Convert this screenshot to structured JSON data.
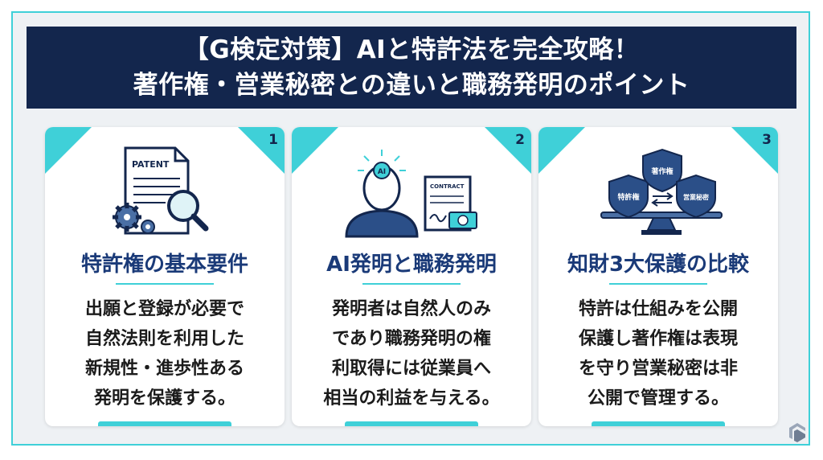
{
  "header": {
    "title_line1": "【G検定対策】AIと特許法を完全攻略！",
    "title_line2": "著作権・営業秘密との違いと職務発明のポイント"
  },
  "cards": [
    {
      "number": "1",
      "illustration_text": "PATENT",
      "title": "特許権の基本要件",
      "body_lines": [
        "出願と登録が必要で",
        "自然法則を利用した",
        "新規性・進歩性ある",
        "発明を保護する。"
      ]
    },
    {
      "number": "2",
      "illustration_text": "CONTRACT",
      "illustration_badge": "AI",
      "title": "AI発明と職務発明",
      "body_lines": [
        "発明者は自然人のみ",
        "であり職務発明の権",
        "利取得には従業員へ",
        "相当の利益を与える。"
      ]
    },
    {
      "number": "3",
      "shield_labels": [
        "特許権",
        "著作権",
        "営業秘密"
      ],
      "title": "知財3大保護の比較",
      "body_lines": [
        "特許は仕組みを公開",
        "保護し著作権は表現",
        "を守り営業秘密は非",
        "公開で管理する。"
      ]
    }
  ],
  "colors": {
    "navy": "#13264d",
    "accent": "#3fd0d8",
    "title_blue": "#1a3a78"
  },
  "icons": [
    "patent-document-icon",
    "gear-icon",
    "magnifier-icon",
    "ai-head-icon",
    "contract-icon",
    "money-icon",
    "shield-icon",
    "scale-icon",
    "brand-logo-icon"
  ]
}
